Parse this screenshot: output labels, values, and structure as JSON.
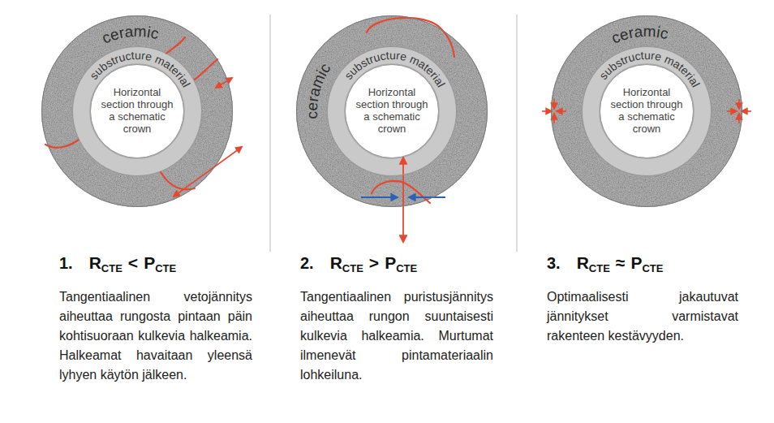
{
  "diagram": {
    "nodes": [
      {
        "text": [
          "ceramic"
        ]
      },
      {
        "text": [
          "substructure material"
        ],
        "in": 0
      },
      {
        "text": [
          "Horizontal section through a schematic crown"
        ],
        "in": 1
      },
      {
        "text": [
          "ceramic"
        ]
      },
      {
        "text": [
          "substructure material"
        ],
        "in": 3
      },
      {
        "text": [
          "Horizontal section through a schematic crown"
        ],
        "in": 4
      },
      {
        "text": [
          "ceramic"
        ]
      },
      {
        "text": [
          "substructure material"
        ],
        "in": 6
      },
      {
        "text": [
          "Horizontal section through a schematic crown"
        ],
        "in": 7
      }
    ],
    "labels": [
      "1.",
      "R",
      "CTE",
      "<",
      "P",
      "CTE",
      "Tangentiaalinen vetojännitys aiheuttaa rungosta pintaan päin kohtisuoraan kulkevia halkeamia. Halkeamat havaitaan yleensä lyhyen käytön jälkeen.",
      "2.",
      "R",
      "CTE",
      ">",
      "P",
      "CTE",
      "Tangentiaalinen puristusjännitys aiheuttaa rungon suuntaisesti kulkevia halkeamia. Murtumat ilmenevät pintamateriaalin lohkeiluna.",
      "3.",
      "R",
      "CTE",
      "≈",
      "P",
      "CTE",
      "Optimaalisesti jakautuvat jännitykset varmistavat rakenteen kestävyyden."
    ]
  }
}
